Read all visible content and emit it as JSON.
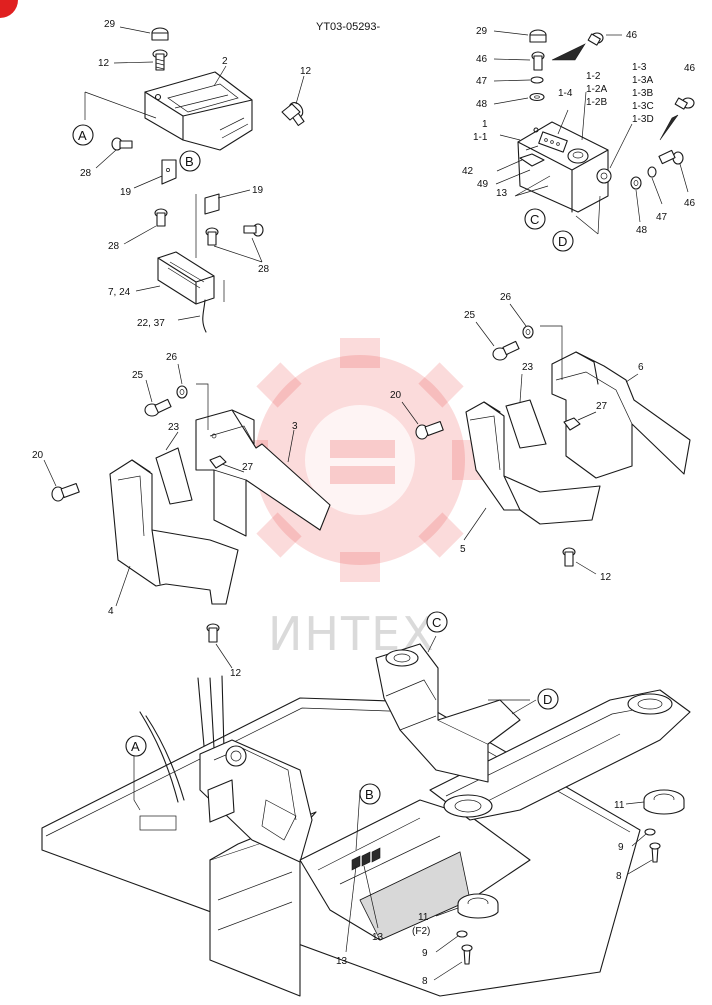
{
  "drawing_code": "YT03-05293-",
  "watermark_text": "ИНТЕХ",
  "callout_letters": [
    "A",
    "B",
    "C",
    "D"
  ],
  "labels": {
    "p29_left": "29",
    "p12_left_top": "12",
    "p2": "2",
    "p12_right_top": "12",
    "p28_a": "28",
    "p19_a": "19",
    "p28_b": "28",
    "p19_b": "19",
    "p28_c": "28",
    "p7_24": "7, 24",
    "p22_37": "22, 37",
    "p29_right": "29",
    "p46_a": "46",
    "p46_b": "46",
    "p47_a": "47",
    "p48_a": "48",
    "p1_2": "1-2",
    "p1_2A": "1-2A",
    "p1_2B": "1-2B",
    "p1_3": "1-3",
    "p1_3A": "1-3A",
    "p1_3B": "1-3B",
    "p1_3C": "1-3C",
    "p1_3D": "1-3D",
    "p1_4": "1-4",
    "p1": "1",
    "p1_1": "1-1",
    "p46_c": "46",
    "p42": "42",
    "p49": "49",
    "p13_top": "13",
    "p46_d": "46",
    "p47_b": "47",
    "p48_b": "48",
    "p26_left": "26",
    "p25_left": "25",
    "p23_left": "23",
    "p3": "3",
    "p20_left": "20",
    "p27_left": "27",
    "p4": "4",
    "p12_left_mid": "12",
    "p26_right": "26",
    "p25_right": "25",
    "p23_right": "23",
    "p6": "6",
    "p20_right": "20",
    "p27_right": "27",
    "p5": "5",
    "p12_right_mid": "12",
    "p11_a": "11",
    "p9_a": "9",
    "p8_a": "8",
    "p11_b": "11",
    "pF2": "(F2)",
    "p9_b": "9",
    "p8_b": "8",
    "p13_bot_a": "13",
    "p13_bot_b": "13"
  },
  "colors": {
    "line": "#1a1a1a",
    "watermark": "#e83a3a",
    "corner_badge": "#e02020"
  }
}
